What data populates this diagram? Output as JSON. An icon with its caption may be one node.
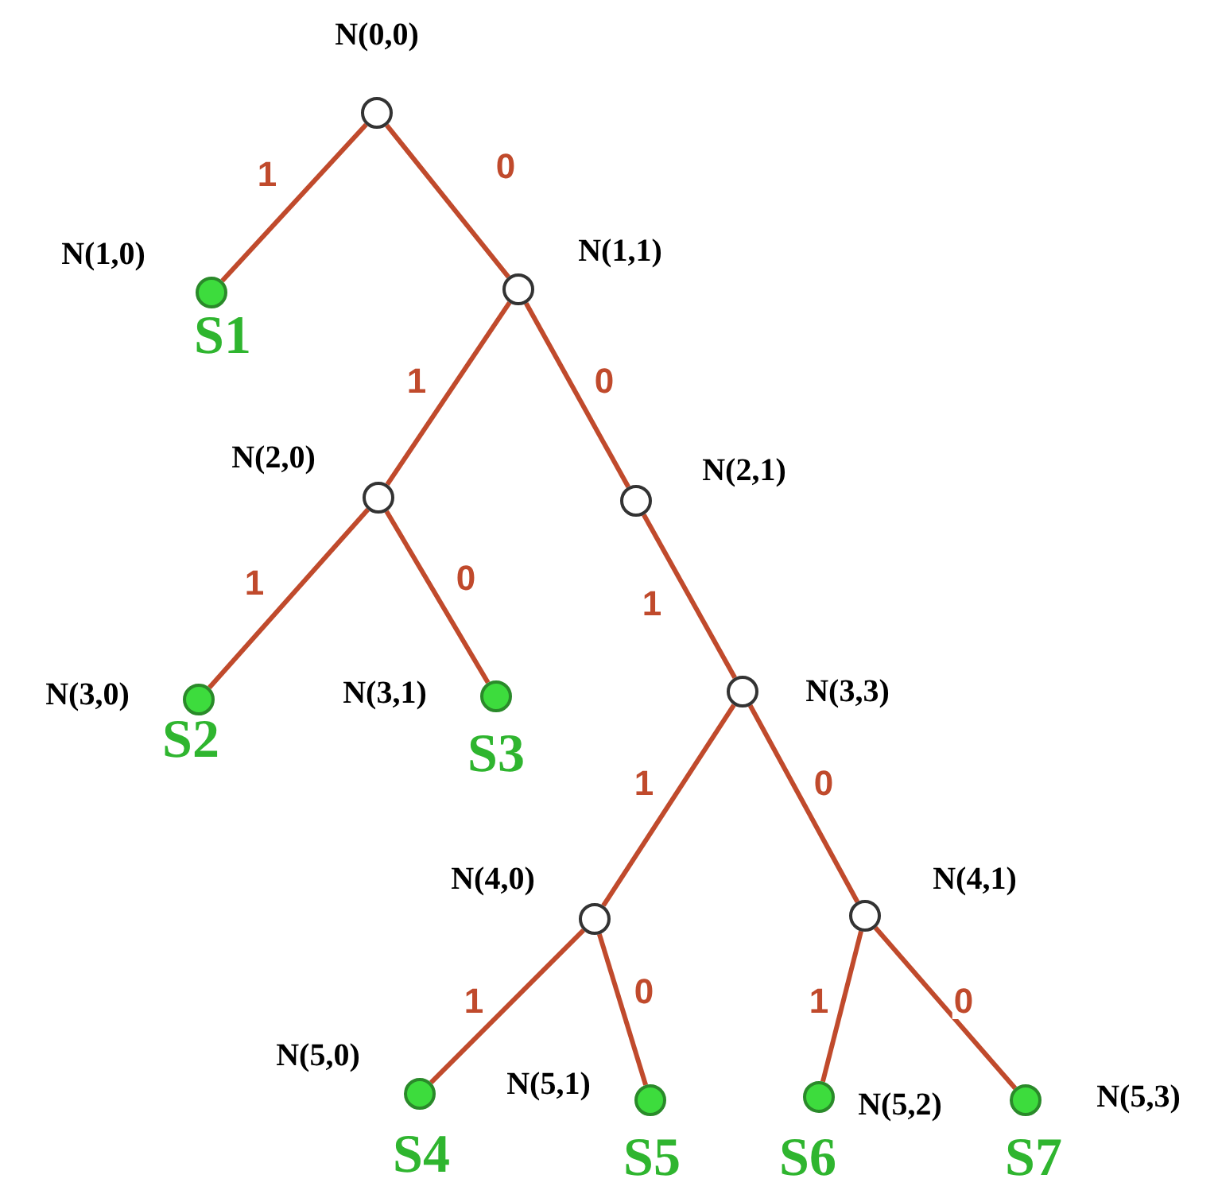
{
  "diagram": {
    "nodes": [
      {
        "text": [],
        "shape": "circle",
        "beside": [
          "N(0,0)"
        ]
      },
      {
        "text": [],
        "shape": "circle",
        "beside": [
          "N(1,0)",
          "S1"
        ]
      },
      {
        "text": [],
        "shape": "circle",
        "beside": [
          "N(1,1)"
        ]
      },
      {
        "text": [],
        "shape": "circle",
        "beside": [
          "N(2,0)"
        ]
      },
      {
        "text": [],
        "shape": "circle",
        "beside": [
          "N(2,1)"
        ]
      },
      {
        "text": [],
        "shape": "circle",
        "beside": [
          "N(3,0)",
          "S2"
        ]
      },
      {
        "text": [],
        "shape": "circle",
        "beside": [
          "N(3,1)",
          "S3"
        ]
      },
      {
        "text": [],
        "shape": "circle",
        "beside": [
          "N(3,3)"
        ]
      },
      {
        "text": [],
        "shape": "circle",
        "beside": [
          "N(4,0)"
        ]
      },
      {
        "text": [],
        "shape": "circle",
        "beside": [
          "N(4,1)"
        ]
      },
      {
        "text": [],
        "shape": "circle",
        "beside": [
          "N(5,0)",
          "S4"
        ]
      },
      {
        "text": [],
        "shape": "circle",
        "beside": [
          "N(5,1)",
          "S5"
        ]
      },
      {
        "text": [],
        "shape": "circle",
        "beside": [
          "N(5,2)",
          "S6"
        ]
      },
      {
        "text": [],
        "shape": "circle",
        "beside": [
          "N(5,3)",
          "S7"
        ]
      }
    ],
    "edges": [
      {
        "from": 0,
        "to": 1,
        "arrow": "none",
        "label": "1"
      },
      {
        "from": 0,
        "to": 2,
        "arrow": "none",
        "label": "0"
      },
      {
        "from": 2,
        "to": 3,
        "arrow": "none",
        "label": "1"
      },
      {
        "from": 2,
        "to": 4,
        "arrow": "none",
        "label": "0"
      },
      {
        "from": 3,
        "to": 5,
        "arrow": "none",
        "label": "1"
      },
      {
        "from": 3,
        "to": 6,
        "arrow": "none",
        "label": "0"
      },
      {
        "from": 4,
        "to": 7,
        "arrow": "none",
        "label": "1"
      },
      {
        "from": 7,
        "to": 8,
        "arrow": "none",
        "label": "1"
      },
      {
        "from": 7,
        "to": 9,
        "arrow": "none",
        "label": "0"
      },
      {
        "from": 8,
        "to": 10,
        "arrow": "none",
        "label": "1"
      },
      {
        "from": 8,
        "to": 11,
        "arrow": "none",
        "label": "0"
      },
      {
        "from": 9,
        "to": 12,
        "arrow": "none",
        "label": "1"
      },
      {
        "from": 9,
        "to": 13,
        "arrow": "none",
        "label": "0"
      }
    ]
  }
}
